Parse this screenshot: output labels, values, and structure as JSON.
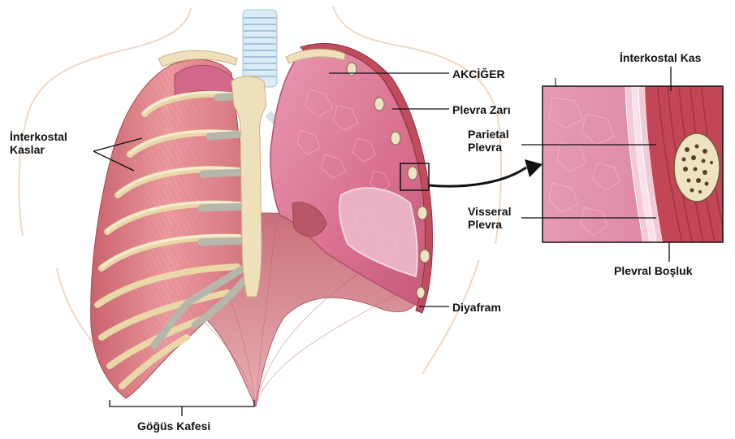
{
  "labels": {
    "lung": "AKCİĞER",
    "pleura": "Plevra Zarı",
    "intercostal_muscles": "İnterkostal\nKaslar",
    "diaphragm": "Diyafram",
    "rib_cage": "Göğüs Kafesi",
    "intercostal_muscle_inset": "İnterkostal Kas",
    "parietal_pleura": "Parietal\nPlevra",
    "visceral_pleura": "Visseral\nPlevra",
    "pleural_cavity": "Plevral Boşluk"
  },
  "colors": {
    "muscle": "#e58f95",
    "muscle_dark": "#c25a62",
    "lung": "#d9718f",
    "lung_light": "#eaa3b9",
    "bone": "#eee0bb",
    "cartilage": "#b8b8ad",
    "trachea": "#bcd8ea",
    "outline": "#f0d8c4"
  }
}
